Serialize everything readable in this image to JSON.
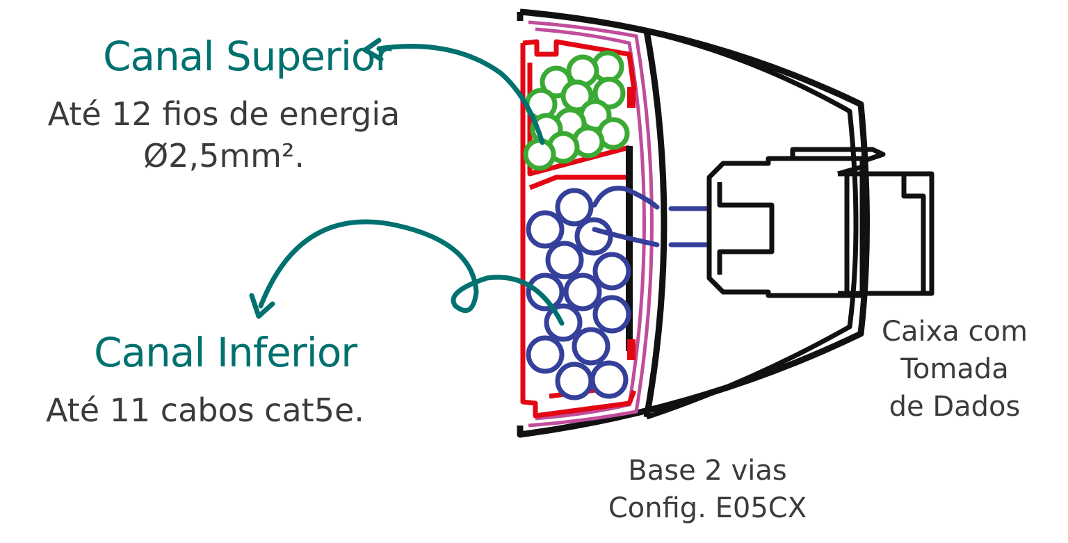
{
  "colors": {
    "teal": "#00716f",
    "green": "#3aaa35",
    "blue": "#35409a",
    "red": "#e30613",
    "magenta": "#c04d9b",
    "black": "#111111",
    "text": "#3b3b3b"
  },
  "labels": {
    "upper_channel_title": "Canal Superior",
    "upper_channel_desc_line1": "Até 12 fios de energia",
    "upper_channel_desc_line2": "Ø2,5mm².",
    "lower_channel_title": "Canal Inferior",
    "lower_channel_desc": "Até 11 cabos cat5e.",
    "box_line1": "Caixa com",
    "box_line2": "Tomada",
    "box_line3": "de Dados",
    "base_line1": "Base 2 vias",
    "base_line2": "Config. E05CX"
  },
  "upper_channel": {
    "wire_count": 12,
    "wire_color": "green"
  },
  "lower_channel": {
    "cable_count": 11,
    "cable_color": "blue"
  }
}
